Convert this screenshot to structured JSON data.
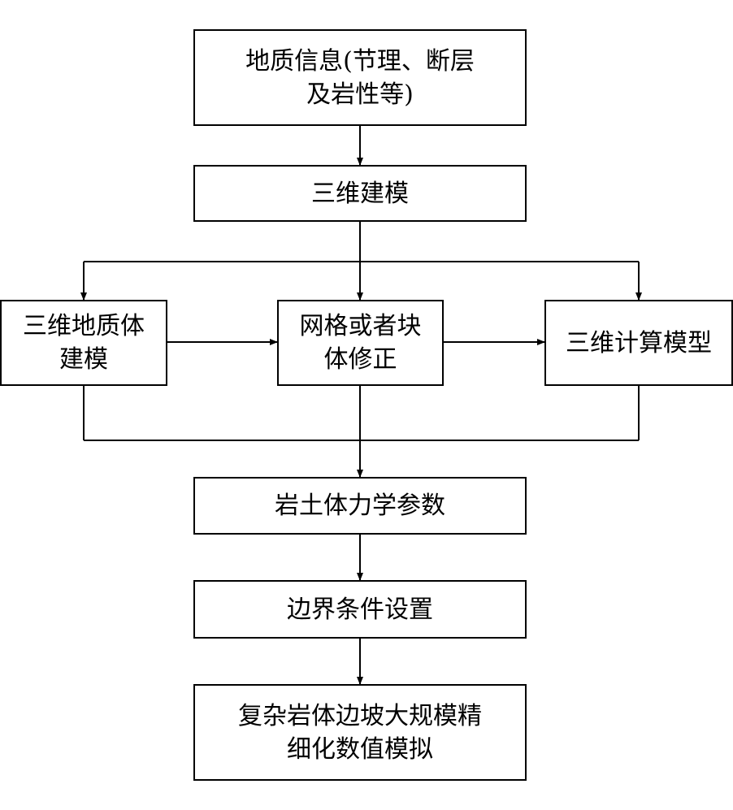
{
  "diagram": {
    "nodes": {
      "geo_info": {
        "lines": [
          "地质信息(节理、断层",
          "及岩性等)"
        ]
      },
      "modeling_3d": {
        "lines": [
          "三维建模"
        ]
      },
      "geo_body": {
        "lines": [
          "三维地质体",
          "建模"
        ]
      },
      "mesh_fix": {
        "lines": [
          "网格或者块",
          "体修正"
        ]
      },
      "calc_model": {
        "lines": [
          "三维计算模型"
        ]
      },
      "rock_params": {
        "lines": [
          "岩土体力学参数"
        ]
      },
      "boundary": {
        "lines": [
          "边界条件设置"
        ]
      },
      "simulation": {
        "lines": [
          "复杂岩体边坡大规模精",
          "细化数值模拟"
        ]
      }
    }
  }
}
